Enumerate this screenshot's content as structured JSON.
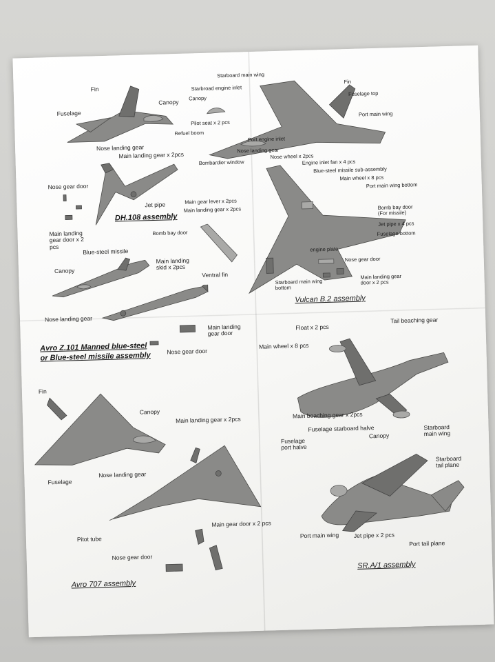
{
  "dh108": {
    "title": "DH.108 assembly",
    "labels": {
      "fin": "Fin",
      "fuselage": "Fuselage",
      "canopy": "Canopy",
      "nose_landing_gear": "Nose landing gear",
      "main_landing_gear": "Main landing gear x 2pcs",
      "nose_gear_door": "Nose gear door",
      "jet_pipe": "Jet pipe",
      "main_landing_gear_door": "Main landing gear door x 2 pcs"
    }
  },
  "vulcan": {
    "title": "Vulcan B.2 assembly",
    "labels": {
      "starboard_main_wing": "Starboard main wing",
      "starboard_engine_inlet": "Starbroad engine inlet",
      "canopy": "Canopy",
      "fin": "Fin",
      "fuselage_top": "Fuselage top",
      "pilot_seat": "Pilot seat x 2 pcs",
      "refuel_boom": "Refuel boom",
      "port_main_wing": "Port main wing",
      "port_engine_inlet": "Port engine inlet",
      "nose_landing_gear": "Nose landing gear",
      "bombardier_window": "Bombardier window",
      "nose_wheel": "Nose wheel x 2pcs",
      "engine_inlet_fan": "Engine inlet fan x 4 pcs",
      "blue_steel_sub_assembly": "Blue-steel missile sub-assembly",
      "main_wheel": "Main wheel x 8 pcs",
      "port_main_wing_bottom": "Port main wing bottom",
      "main_gear_lever": "Main gear lever x 2pcs",
      "main_landing_gear": "Main landing gear x 2pcs",
      "bomb_bay_door_left": "Bomb bay door",
      "bomb_bay_door_right": "Bomb bay door (For missile)",
      "jet_pipe": "Jet pipe x 4 pcs",
      "fuselage_bottom": "Fuselage bottom",
      "engine_plate": "engine plate",
      "nose_gear_door": "Nose gear door",
      "starboard_main_wing_bottom": "Starboard main wing bottom",
      "main_landing_gear_door": "Main landing gear door x 2 pcs"
    }
  },
  "z101": {
    "title_line1": "Avro Z.101 Manned blue-steel",
    "title_line2": "or Blue-steel missile assembly",
    "labels": {
      "blue_steel_missile": "Blue-steel missile",
      "canopy": "Canopy",
      "main_landing_skid": "Main landing skid x 2pcs",
      "ventral_fin": "Ventral fin",
      "nose_landing_gear": "Nose landing gear",
      "main_landing_gear_door": "Main landing gear door",
      "nose_gear_door": "Nose gear door"
    }
  },
  "sra1": {
    "title": "SR.A/1 assembly",
    "labels": {
      "float": "Float x 2 pcs",
      "tail_beaching_gear": "Tail beaching gear",
      "main_wheel": "Main wheel x 8 pcs",
      "main_beaching_gear": "Main beaching gear x 2pcs",
      "fuselage_starboard_half": "Fuselage starboard halve",
      "fuselage_port_half": "Fuselage port halve",
      "canopy": "Canopy",
      "starboard_main_wing": "Starboard main wing",
      "starboard_tail_plane": "Starboard tail plane",
      "port_main_wing": "Port main wing",
      "jet_pipe": "Jet pipe x 2 pcs",
      "port_tail_plane": "Port tail plane"
    }
  },
  "avro707": {
    "title": "Avro 707 assembly",
    "labels": {
      "fin": "Fin",
      "canopy": "Canopy",
      "main_landing_gear": "Main landing gear x 2pcs",
      "fuselage": "Fuselage",
      "nose_landing_gear": "Nose landing gear",
      "pitot_tube": "Pitot tube",
      "main_gear_door": "Main gear door x 2 pcs",
      "nose_gear_door": "Nose gear door"
    }
  }
}
